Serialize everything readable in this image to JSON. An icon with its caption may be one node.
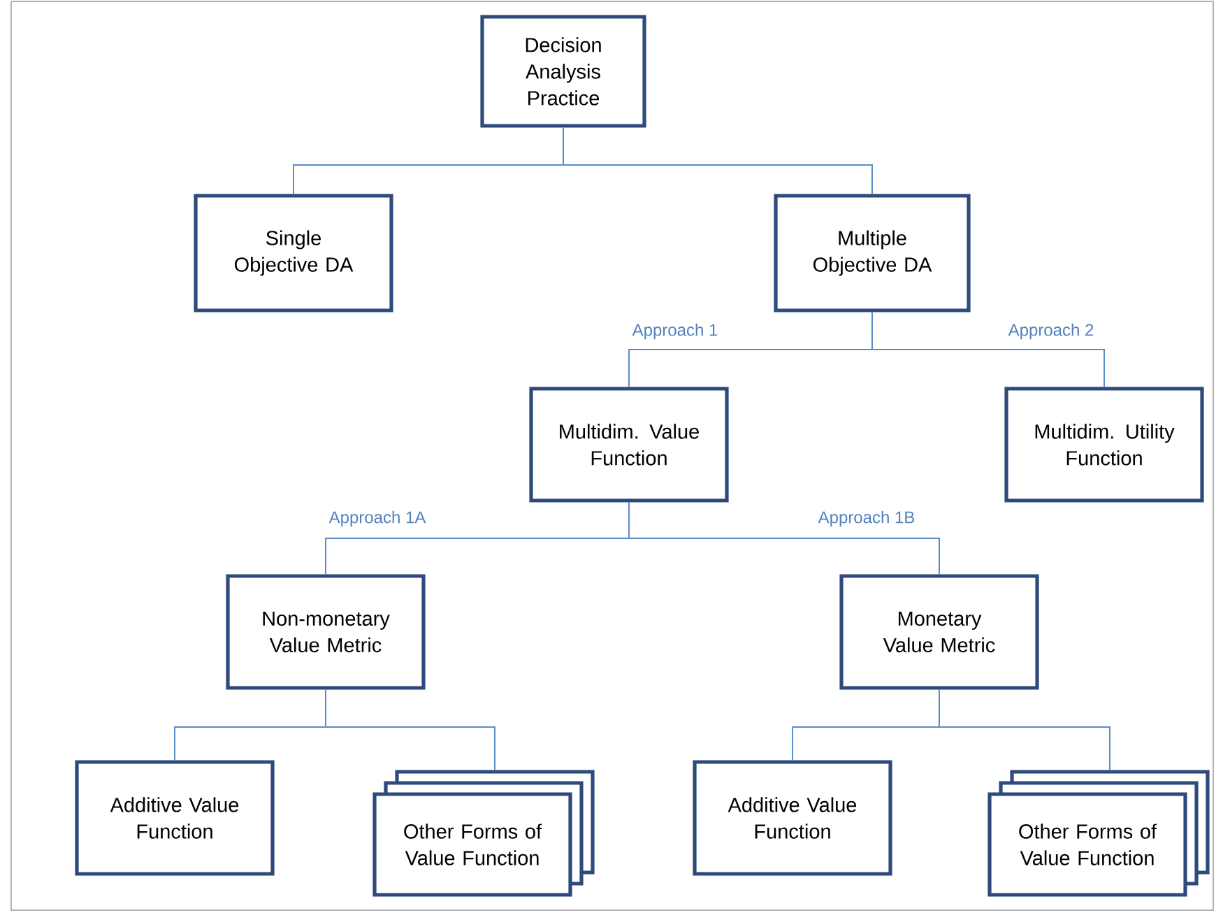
{
  "diagram": {
    "nodes": [
      {
        "text": [
          "Decision Analysis Practice"
        ]
      },
      {
        "text": [
          "Single Objective DA"
        ]
      },
      {
        "text": [
          "Multiple Objective DA"
        ]
      },
      {
        "text": [
          "Multidim. Value Function"
        ]
      },
      {
        "text": [
          "Multidim. Utility Function"
        ]
      },
      {
        "text": [
          "Non-monetary Value Metric"
        ]
      },
      {
        "text": [
          "Monetary Value Metric"
        ]
      },
      {
        "text": [
          "Additive Value Function"
        ]
      },
      {
        "text": [
          "Other Forms of Value Function"
        ]
      },
      {
        "text": [
          "Additive Value Function"
        ]
      },
      {
        "text": [
          "Other Forms of Value Function"
        ]
      }
    ],
    "edges": [
      {
        "from": 0,
        "to": 1,
        "arrow": "none"
      },
      {
        "from": 0,
        "to": 2,
        "arrow": "none"
      },
      {
        "from": 2,
        "to": 3,
        "arrow": "none",
        "label": "Approach 1"
      },
      {
        "from": 2,
        "to": 4,
        "arrow": "none",
        "label": "Approach 2"
      },
      {
        "from": 3,
        "to": 5,
        "arrow": "none",
        "label": "Approach 1A"
      },
      {
        "from": 3,
        "to": 6,
        "arrow": "none",
        "label": "Approach 1B"
      },
      {
        "from": 5,
        "to": 7,
        "arrow": "none"
      },
      {
        "from": 5,
        "to": 8,
        "arrow": "none"
      },
      {
        "from": 6,
        "to": 9,
        "arrow": "none"
      },
      {
        "from": 6,
        "to": 10,
        "arrow": "none"
      }
    ]
  }
}
